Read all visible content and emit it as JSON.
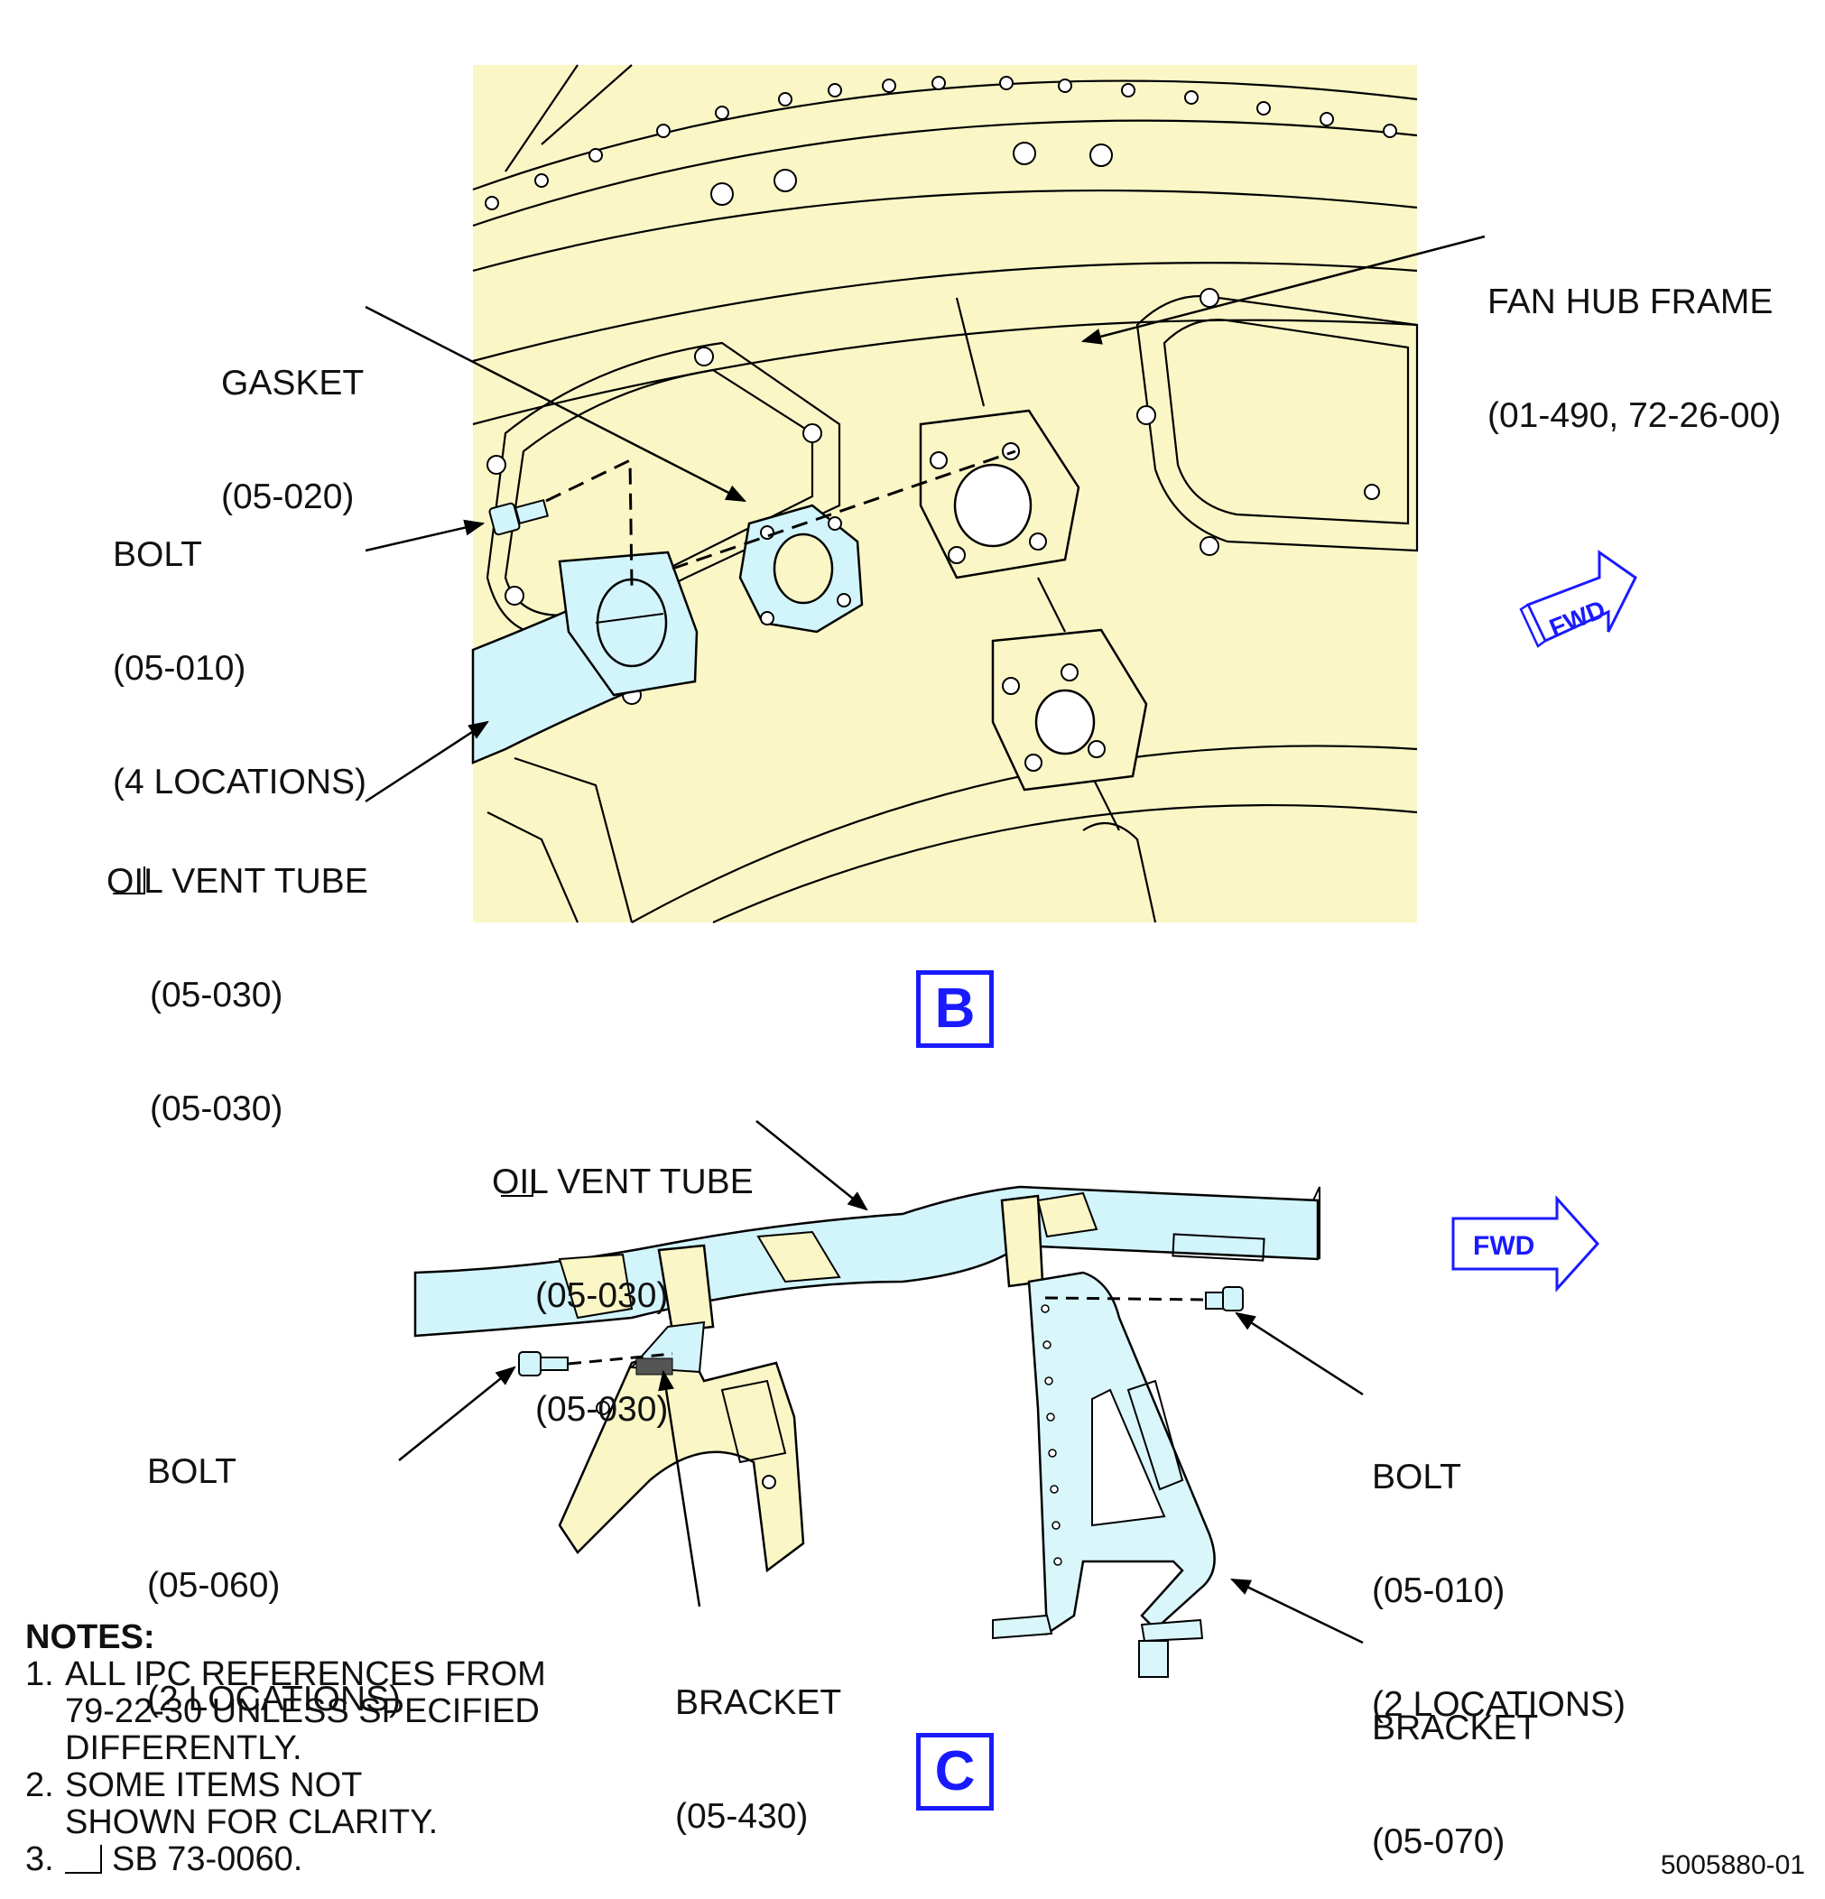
{
  "view_b": {
    "tag": "B",
    "gasket": {
      "name": "GASKET",
      "ref": "(05-020)"
    },
    "bolt": {
      "name": "BOLT",
      "ref": "(05-010)",
      "qty": "(4 LOCATIONS)"
    },
    "oil_vent_tube": {
      "name": "OIL VENT TUBE",
      "ref": "(05-030)",
      "sb_ref": "(05-030)"
    },
    "fan_hub_frame": {
      "name": "FAN HUB FRAME",
      "ref": "(01-490, 72-26-00)"
    },
    "fwd": "FWD"
  },
  "view_c": {
    "tag": "C",
    "oil_vent_tube": {
      "name": "OIL VENT TUBE",
      "ref": "(05-030)",
      "sb_ref": "(05-030)"
    },
    "bolt_left": {
      "name": "BOLT",
      "ref": "(05-060)",
      "qty": "(2 LOCATIONS)"
    },
    "bolt_right": {
      "name": "BOLT",
      "ref": "(05-010)",
      "qty": "(2 LOCATIONS)"
    },
    "bracket_430": {
      "name": "BRACKET",
      "ref": "(05-430)"
    },
    "bracket_070": {
      "name": "BRACKET",
      "ref": "(05-070)"
    },
    "fwd": "FWD"
  },
  "notes": {
    "heading": "NOTES:",
    "items": [
      {
        "num": "1.",
        "lines": [
          "ALL IPC REFERENCES FROM",
          "79-22-30 UNLESS SPECIFIED",
          "DIFFERENTLY."
        ]
      },
      {
        "num": "2.",
        "lines": [
          "SOME ITEMS NOT",
          "SHOWN FOR CLARITY."
        ]
      },
      {
        "num": "3.",
        "lines": [
          "SB 73-0060."
        ]
      }
    ]
  },
  "document_number": "5005880-01",
  "colors": {
    "frame_fill": "#fbf6c6",
    "tube_fill": "#d2f4fb",
    "bracket_fill": "#d9f6fb",
    "tag_blue": "#1a1aff",
    "fwd_blue": "#1a1aff"
  }
}
